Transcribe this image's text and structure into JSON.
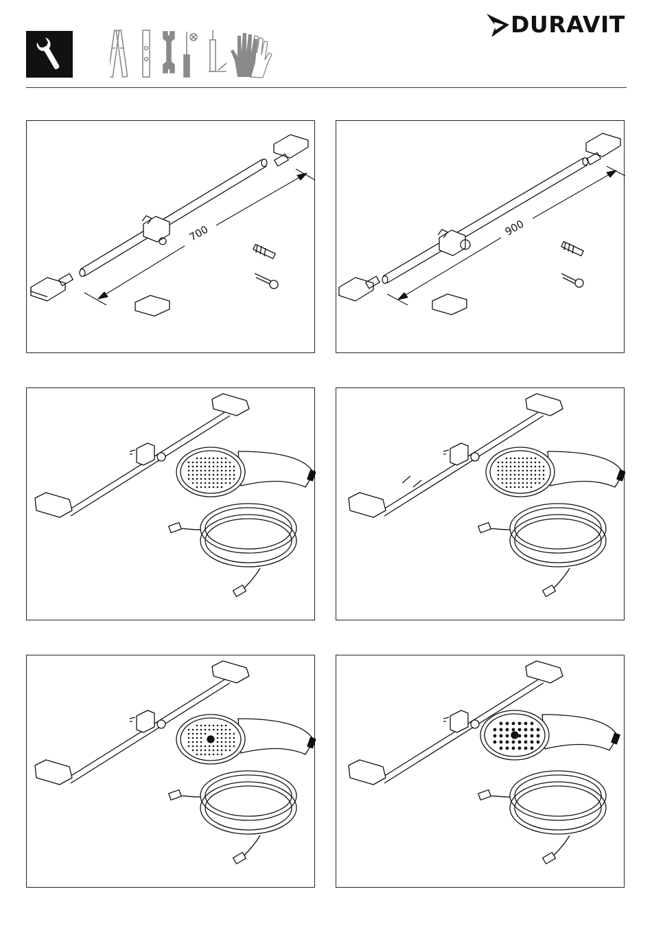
{
  "brand": {
    "name": "DURAVIT"
  },
  "header": {
    "tool_icons": [
      "wrench-icon",
      "folding-rule-icon",
      "spirit-level-icon",
      "spanner-icon",
      "screwdriver-icon",
      "silicone-gun-icon",
      "gloves-icon"
    ]
  },
  "panels": [
    {
      "id": "kit-700",
      "dimension_label": "700"
    },
    {
      "id": "kit-900",
      "dimension_label": "900"
    },
    {
      "id": "set-shower-1"
    },
    {
      "id": "set-shower-2"
    },
    {
      "id": "set-shower-3"
    },
    {
      "id": "set-shower-4"
    }
  ],
  "colors": {
    "line": "#111111",
    "box": "#111111",
    "tool_gray": "#8a8a8a",
    "background": "#ffffff"
  }
}
